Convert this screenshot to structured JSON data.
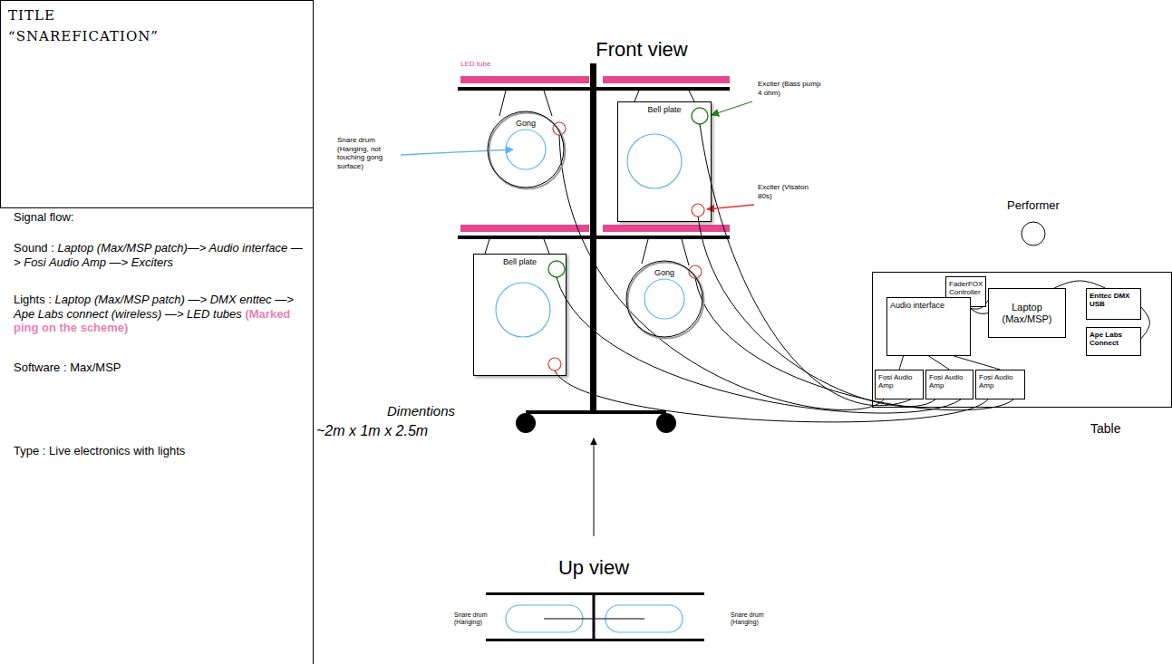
{
  "diagram": {
    "nodes": [
      {
        "text": [
          "TITLE",
          "“SNAREFICATION”"
        ]
      },
      {
        "text": [
          "Gong"
        ]
      },
      {
        "text": [
          "Bell plate"
        ]
      },
      {
        "text": [
          "Bell plate"
        ]
      },
      {
        "text": [
          "Gong"
        ]
      },
      {
        "text": [
          "Table"
        ]
      },
      {
        "text": [
          "FaderFOX Controller"
        ],
        "in": 5
      },
      {
        "text": [
          "Audio interface"
        ],
        "in": 5
      },
      {
        "text": [
          "Laptop (Max/MSP)"
        ],
        "in": 5
      },
      {
        "text": [
          "Enttec DMX USB"
        ],
        "in": 5
      },
      {
        "text": [
          "Ape Labs Connect"
        ],
        "in": 5
      },
      {
        "text": [
          "Fosi Audio Amp"
        ],
        "in": 5
      },
      {
        "text": [
          "Fosi Audio Amp"
        ],
        "in": 5
      },
      {
        "text": [
          "Fosi Audio Amp"
        ],
        "in": 5
      }
    ],
    "edges": [
      {
        "from": 6,
        "to": 8,
        "arrow": "none"
      },
      {
        "from": 8,
        "to": 7,
        "arrow": "none"
      },
      {
        "from": 8,
        "to": 9,
        "arrow": "none"
      },
      {
        "from": 9,
        "to": 10,
        "arrow": "none"
      },
      {
        "from": 7,
        "to": 11,
        "arrow": "none"
      },
      {
        "from": 7,
        "to": 12,
        "arrow": "none"
      },
      {
        "from": 7,
        "to": 13,
        "arrow": "none"
      }
    ],
    "labels": [
      "Signal flow:",
      "Sound :",
      "Laptop (Max/MSP patch)—> Audio interface —> Fosi Audio Amp —> Exciters",
      "Lights :",
      "Laptop (Max/MSP patch) —> DMX enttec —> Ape Labs connect (wireless) —> LED tubes",
      "(Marked ping on the scheme)",
      "Software : Max/MSP",
      "Type : Live electronics with lights",
      "Front view",
      "LED tube",
      "Snare drum (Hanging, not touching gong surface)",
      "Exciter (Bass pump 4 ohm)",
      "Exciter (Visaton 80s)",
      "Dimentions",
      "~2m x 1m x 2.5m",
      "Performer",
      "Up view",
      "Snare drum (Hanging)",
      "Snare drum (Hanging)"
    ]
  }
}
